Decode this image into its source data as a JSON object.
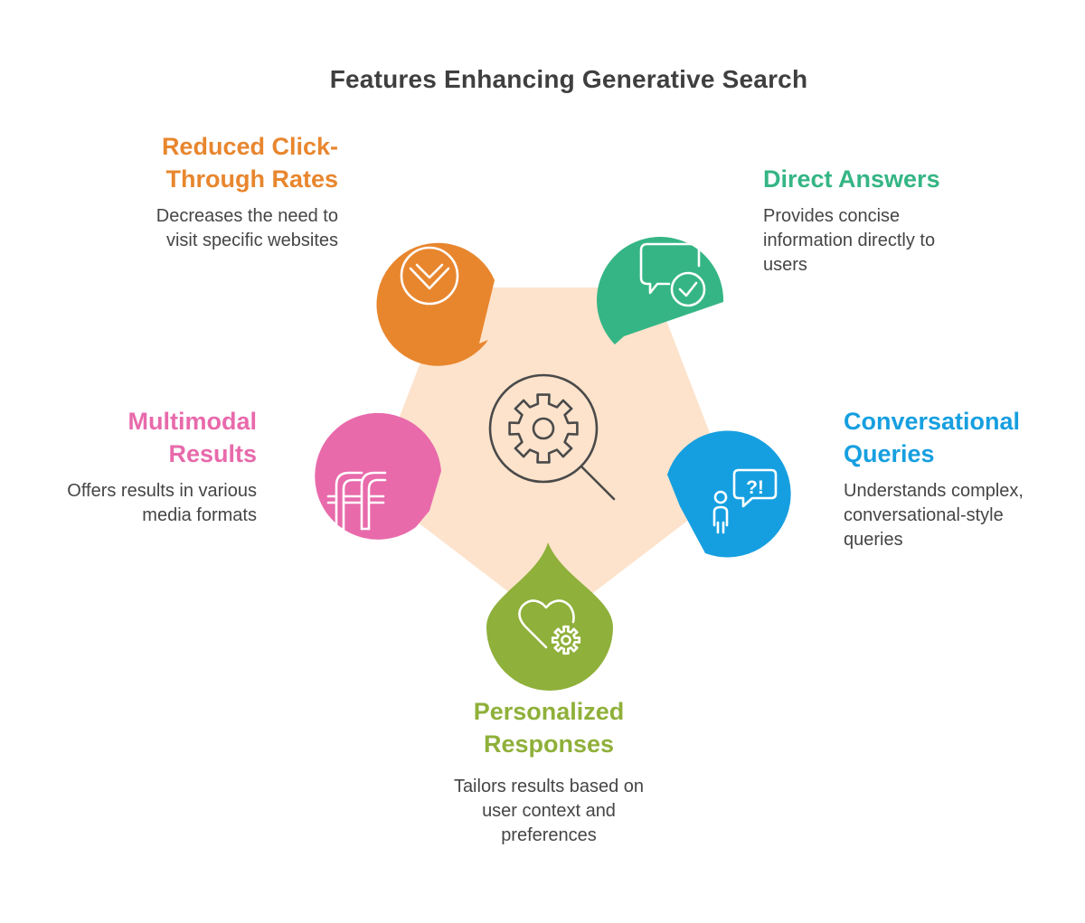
{
  "title": "Features Enhancing Generative Search",
  "colors": {
    "center": "#fde3cc",
    "title": "#3f3f3f",
    "description": "#454545",
    "icon_stroke": "#ffffff",
    "center_icon_stroke": "#4a4a4a"
  },
  "center": {
    "icon": "gear-magnifier-icon"
  },
  "features": {
    "reduced_click": {
      "title": "Reduced Click-Through Rates",
      "title_line1": "Reduced Click-",
      "title_line2": "Through Rates",
      "description": "Decreases the need to visit specific websites",
      "desc_line1": "Decreases the need to",
      "desc_line2": "visit specific websites",
      "color": "#e8862e",
      "icon": "chevron-down-circle-icon"
    },
    "direct_answers": {
      "title": "Direct Answers",
      "description": "Provides concise information directly to users",
      "desc_line1": "Provides concise",
      "desc_line2": "information directly to",
      "desc_line3": "users",
      "color": "#35b585",
      "icon": "chat-check-icon"
    },
    "multimodal": {
      "title": "Multimodal Results",
      "title_line1": "Multimodal",
      "title_line2": "Results",
      "description": "Offers results in various media formats",
      "desc_line1": "Offers results in various",
      "desc_line2": "media formats",
      "color": "#e86aab",
      "icon": "ligature-ff-icon"
    },
    "conversational": {
      "title": "Conversational Queries",
      "title_line1": "Conversational",
      "title_line2": "Queries",
      "description": "Understands complex, conversational-style queries",
      "desc_line1": "Understands complex,",
      "desc_line2": "conversational-style",
      "desc_line3": "queries",
      "color": "#169fe0",
      "icon": "person-question-bubble-icon"
    },
    "personalized": {
      "title": "Personalized Responses",
      "title_line1": "Personalized",
      "title_line2": "Responses",
      "description": "Tailors results based on user context and preferences",
      "desc_line1": "Tailors results based on",
      "desc_line2": "user context and",
      "desc_line3": "preferences",
      "color": "#8fb03a",
      "icon": "heart-gear-icon"
    }
  }
}
